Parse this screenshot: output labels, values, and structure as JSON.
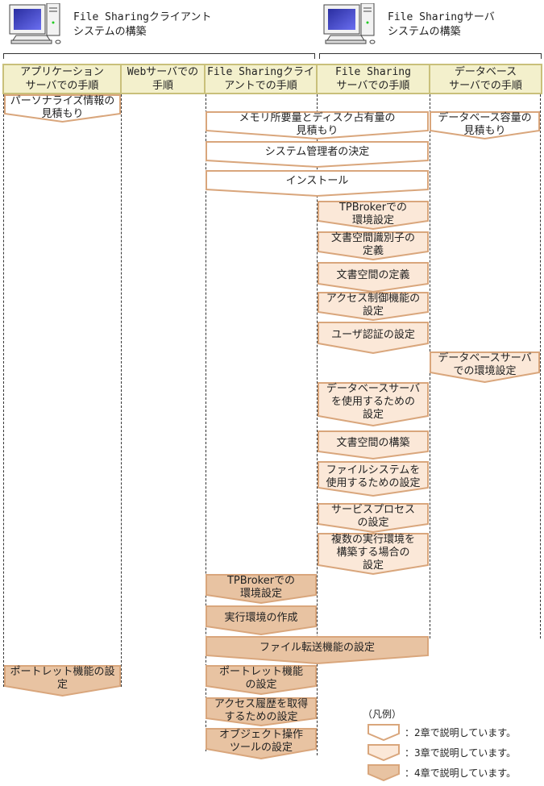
{
  "colors": {
    "ch2_fill": "#ffffff",
    "ch3_fill": "#fbe8d8",
    "ch4_fill": "#e8c3a2",
    "box_stroke": "#d9a67c",
    "header_fill": "#f3f0cc",
    "header_stroke": "#c9c07a"
  },
  "systems": {
    "client": {
      "title": "File Sharingクライアント\nシステムの構築",
      "icon": "computer-icon"
    },
    "server": {
      "title": "File Sharingサーバ\nシステムの構築",
      "icon": "computer-icon"
    }
  },
  "lanes": [
    {
      "id": "app",
      "label": "アプリケーション\nサーバでの手順"
    },
    {
      "id": "web",
      "label": "Webサーバでの\n手順"
    },
    {
      "id": "client",
      "label": "File Sharingクライ\nアントでの手順"
    },
    {
      "id": "server",
      "label": "File Sharing\nサーバでの手順"
    },
    {
      "id": "db",
      "label": "データベース\nサーバでの手順"
    }
  ],
  "steps": [
    {
      "label": "パーソナライズ情報の\n見積もり",
      "chapter": 2
    },
    {
      "label": "メモリ所要量とディスク占有量の\n見積もり",
      "chapter": 2
    },
    {
      "label": "データベース容量の\n見積もり",
      "chapter": 2
    },
    {
      "label": "システム管理者の決定",
      "chapter": 2
    },
    {
      "label": "インストール",
      "chapter": 2
    },
    {
      "label": "TPBrokerでの\n環境設定",
      "chapter": 3
    },
    {
      "label": "文書空間識別子の\n定義",
      "chapter": 3
    },
    {
      "label": "文書空間の定義",
      "chapter": 3
    },
    {
      "label": "アクセス制御機能の\n設定",
      "chapter": 3
    },
    {
      "label": "ユーザ認証の設定",
      "chapter": 3
    },
    {
      "label": "データベースサーバ\nでの環境設定",
      "chapter": 3
    },
    {
      "label": "データベースサーバ\nを使用するための\n設定",
      "chapter": 3
    },
    {
      "label": "文書空間の構築",
      "chapter": 3
    },
    {
      "label": "ファイルシステムを\n使用するための設定",
      "chapter": 3
    },
    {
      "label": "サービスプロセス\nの設定",
      "chapter": 3
    },
    {
      "label": "複数の実行環境を\n構築する場合の\n設定",
      "chapter": 3
    },
    {
      "label": "TPBrokerでの\n環境設定",
      "chapter": 4
    },
    {
      "label": "実行環境の作成",
      "chapter": 4
    },
    {
      "label": "ファイル転送機能の設定",
      "chapter": 4
    },
    {
      "label": "ポートレット機能の設\n定",
      "chapter": 4
    },
    {
      "label": "ポートレット機能\nの設定",
      "chapter": 4
    },
    {
      "label": "アクセス履歴を取得\nするための設定",
      "chapter": 4
    },
    {
      "label": "オブジェクト操作\nツールの設定",
      "chapter": 4
    }
  ],
  "legend": {
    "title": "（凡例）",
    "items": [
      {
        "label": "：2章で説明しています。",
        "chapter": 2
      },
      {
        "label": "：3章で説明しています。",
        "chapter": 3
      },
      {
        "label": "：4章で説明しています。",
        "chapter": 4
      }
    ]
  }
}
